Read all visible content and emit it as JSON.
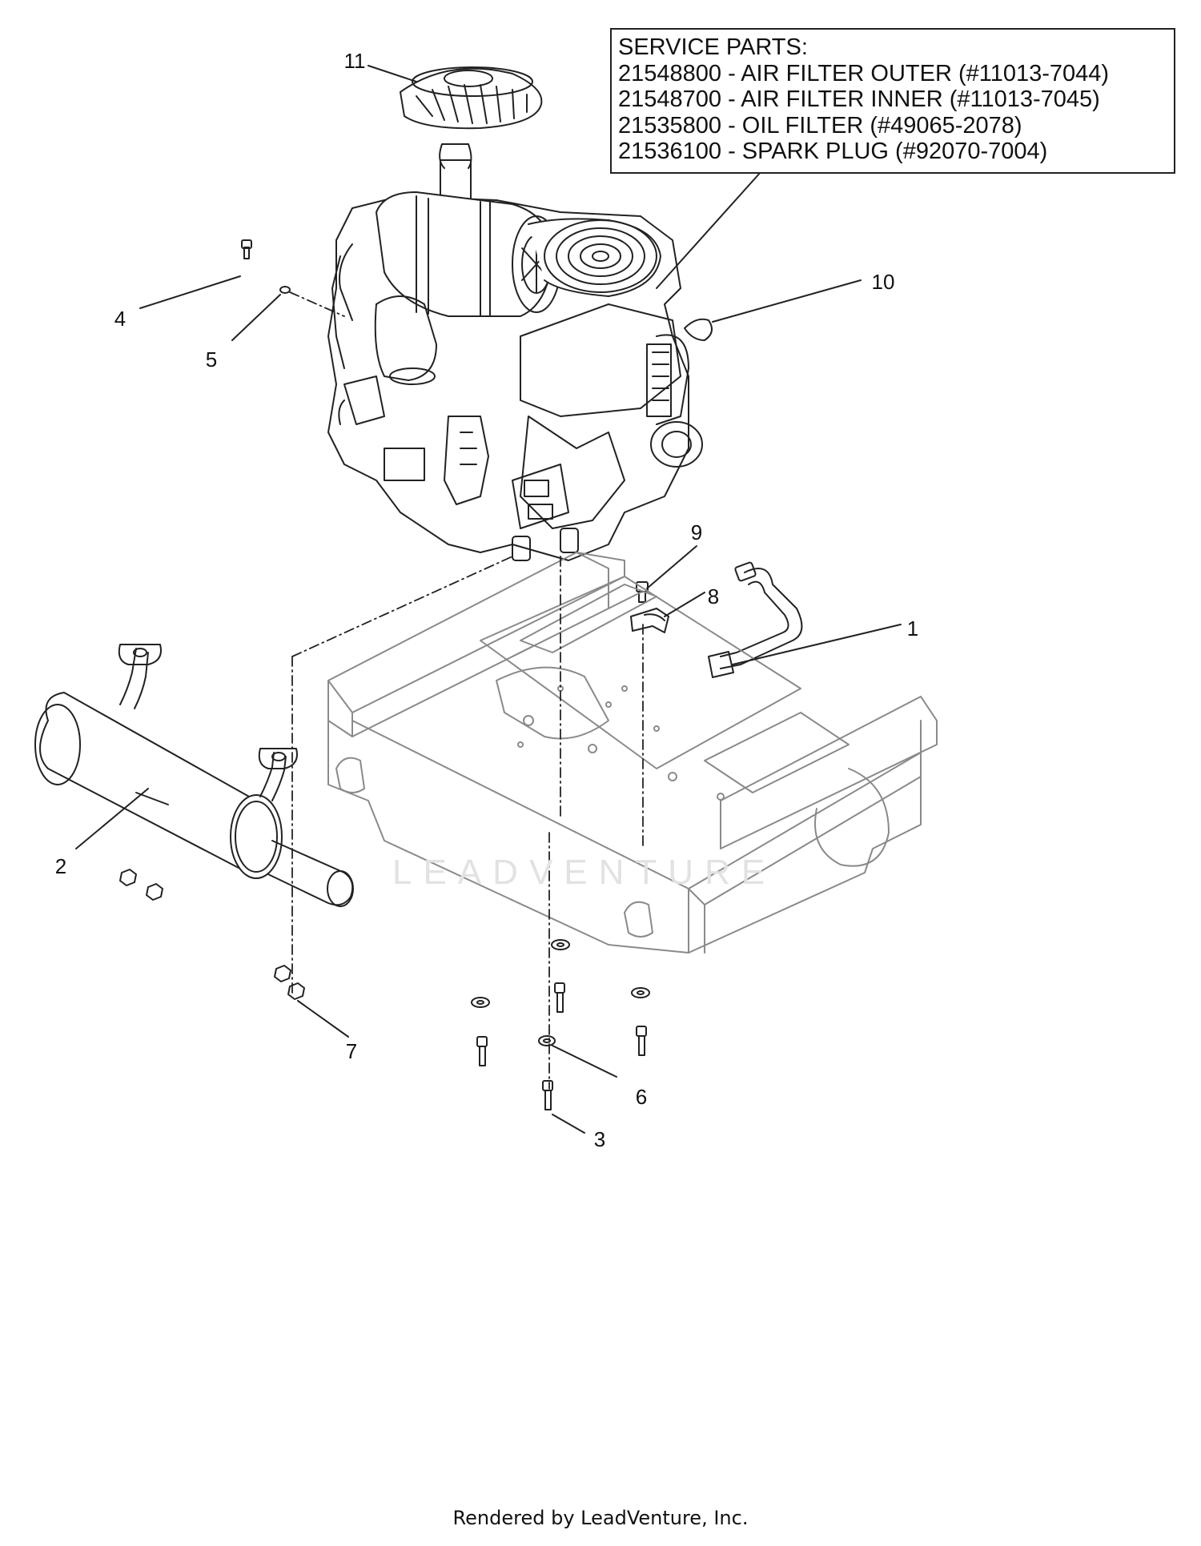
{
  "service_parts": {
    "heading": "SERVICE PARTS:",
    "lines": [
      "21548800 - AIR FILTER OUTER (#11013-7044)",
      "21548700 - AIR FILTER INNER (#11013-7045)",
      "21535800 - OIL FILTER (#49065-2078)",
      "21536100 - SPARK PLUG (#92070-7004)"
    ]
  },
  "callouts": {
    "c1": "1",
    "c2": "2",
    "c3": "3",
    "c4": "4",
    "c5": "5",
    "c6": "6",
    "c7": "7",
    "c8": "8",
    "c9": "9",
    "c10": "10",
    "c11": "11"
  },
  "watermark": "LEADVENTURE",
  "footer": "Rendered by LeadVenture, Inc."
}
